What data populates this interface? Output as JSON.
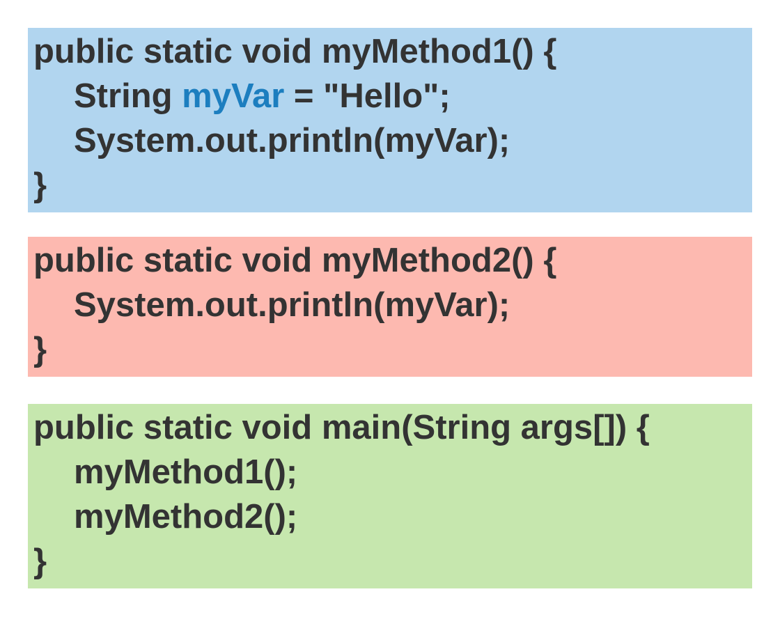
{
  "colors": {
    "text": "#333333",
    "highlight": "#1c7ebf",
    "method1_bg": "#b1d5ef",
    "method2_bg": "#fdb9b0",
    "main_bg": "#c6e7ae"
  },
  "method1": {
    "signature": "public static void myMethod1() {",
    "decl_prefix": "String ",
    "decl_var": "myVar",
    "decl_suffix": " = \"Hello\";",
    "print": "System.out.println(myVar);",
    "close": "}"
  },
  "method2": {
    "signature": "public static void myMethod2() {",
    "print": "System.out.println(myVar);",
    "close": "}"
  },
  "main": {
    "signature": "public static void main(String args[]) {",
    "call1": "myMethod1();",
    "call2": "myMethod2();",
    "close": "}"
  }
}
